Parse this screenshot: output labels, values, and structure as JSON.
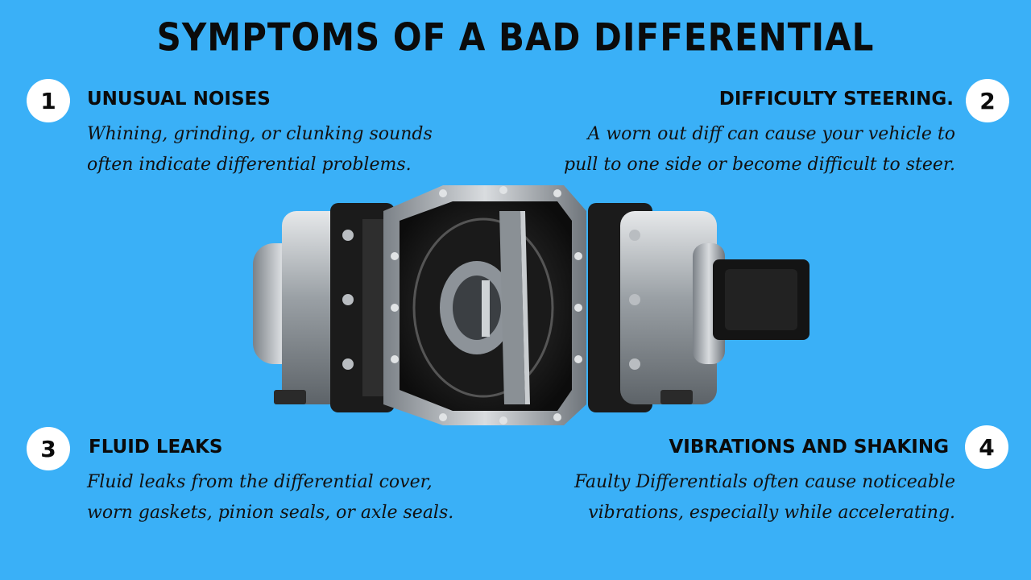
{
  "title": "SYMPTOMS OF A BAD DIFFERENTIAL",
  "symptoms": [
    {
      "number": "1",
      "heading": "UNUSUAL NOISES",
      "lines": [
        "Whining, grinding, or clunking sounds",
        "often indicate differential problems."
      ]
    },
    {
      "number": "2",
      "heading": "DIFFICULTY STEERING.",
      "lines": [
        "A worn out diff can cause your vehicle to",
        "pull to one side or become difficult to steer."
      ]
    },
    {
      "number": "3",
      "heading": "FLUID LEAKS",
      "lines": [
        "Fluid leaks from the differential cover,",
        "worn gaskets, pinion seals, or axle seals."
      ]
    },
    {
      "number": "4",
      "heading": "VIBRATIONS AND SHAKING",
      "lines": [
        "Faulty Differentials often cause noticeable",
        "vibrations, especially while accelerating."
      ]
    }
  ],
  "colors": {
    "background": "#3AB0F7",
    "badge": "#FFFFFF",
    "text": "#0B0B0B"
  }
}
